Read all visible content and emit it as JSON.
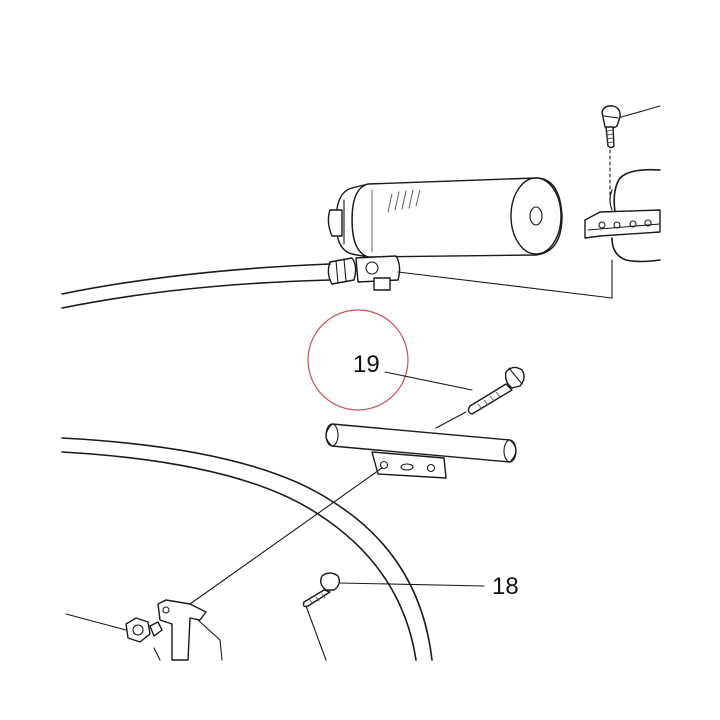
{
  "diagram": {
    "callouts": [
      {
        "id": "19",
        "label": "19"
      },
      {
        "id": "18",
        "label": "18"
      }
    ],
    "highlight_color": "#c8505a",
    "line_color": "#1a1a1a"
  }
}
